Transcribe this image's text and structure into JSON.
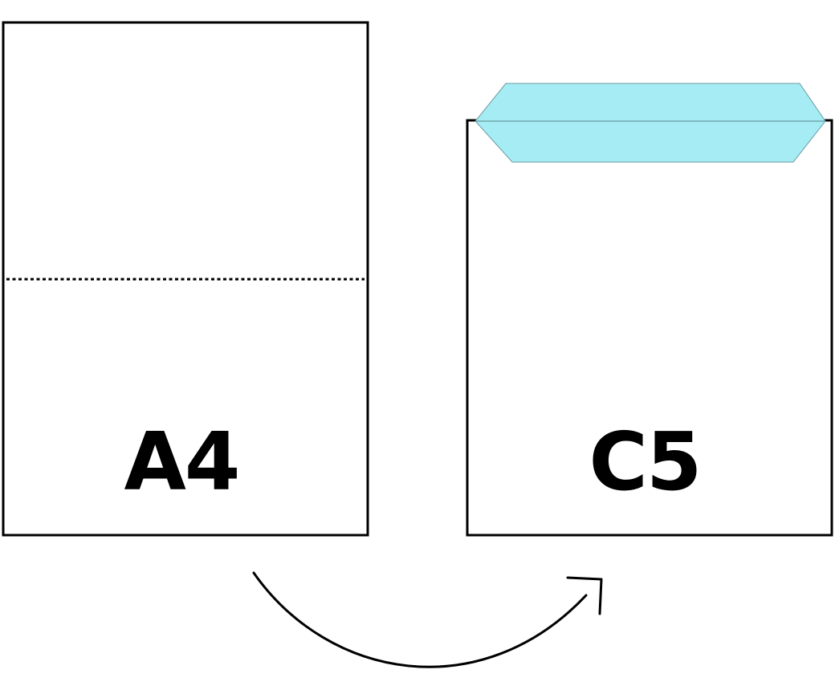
{
  "diagram": {
    "source_label": "A4",
    "target_label": "C5"
  },
  "colors": {
    "stroke": "#000000",
    "flap_fill": "#a5ecf4",
    "flap_stroke": "#6a9aa0",
    "background": "#ffffff"
  },
  "icons": {
    "fold_line": "dotted-line",
    "arrow": "curved-arrow-right"
  }
}
